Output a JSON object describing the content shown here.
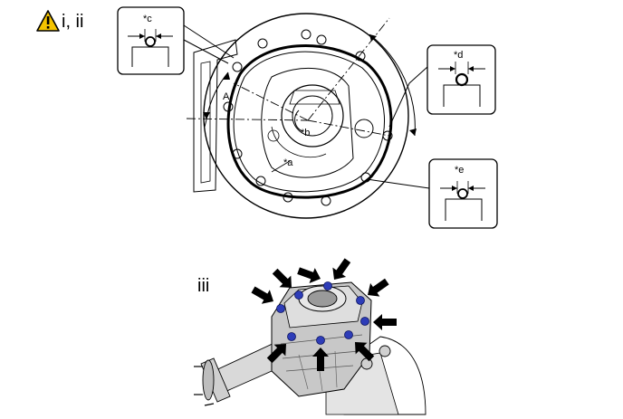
{
  "header": {
    "step_label": "i, ii"
  },
  "callouts": [
    {
      "label": "*c"
    },
    {
      "label": "*d"
    },
    {
      "label": "*e"
    }
  ],
  "top_diagram": {
    "labels": {
      "a": "*a",
      "b": "*b",
      "angle": "A"
    }
  },
  "bottom_diagram": {
    "step_label": "iii"
  },
  "colors": {
    "warning": "#f5c400",
    "bolt": "#2e3db8"
  }
}
